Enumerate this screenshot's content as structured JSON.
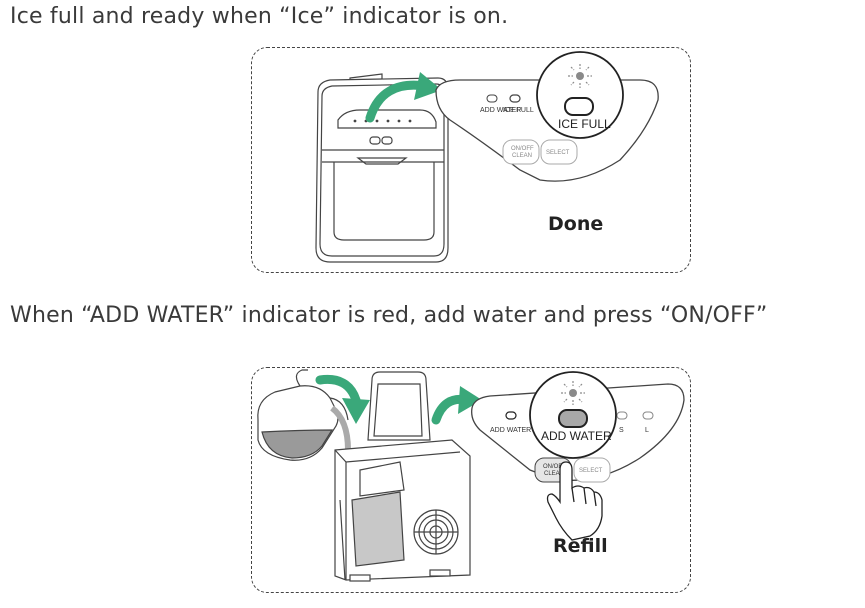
{
  "step1": {
    "caption": "Ice full and ready when “Ice” indicator is on.",
    "panel": {
      "indicator_left": "ADD WATER",
      "indicator_right": "ICE FULL",
      "highlight": "ICE FULL",
      "btn_onoff_line1": "ON/OFF",
      "btn_onoff_line2": "CLEAN",
      "btn_select": "SELECT"
    },
    "status": "Done"
  },
  "step2": {
    "caption": "When “ADD WATER” indicator is red, add water and press “ON/OFF”",
    "panel": {
      "indicator_left": "ADD WATER",
      "highlight": "ADD WATER",
      "size_s": "S",
      "size_l": "L",
      "btn_onoff_line1": "ON/OFF",
      "btn_onoff_line2": "CLEAN",
      "btn_select": "SELECT"
    },
    "status": "Refill"
  },
  "colors": {
    "arrow": "#3aa87a",
    "light": "#8a8a8a",
    "line": "#444444"
  }
}
